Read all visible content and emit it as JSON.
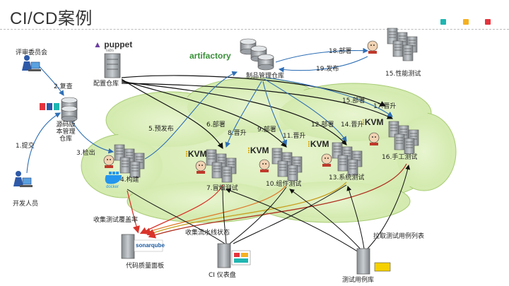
{
  "title": "CI/CD案例",
  "accent_colors": [
    "#1fb6b1",
    "#f5b120",
    "#e5343d"
  ],
  "logos": {
    "puppet": "puppet",
    "puppet_sub": "labs",
    "artifactory": "artifactory",
    "sonarqube": "sonarqube",
    "docker": "docker",
    "kvm": "KVM"
  },
  "nodes": {
    "review_committee": "评审委员会",
    "dev": "开发人员",
    "source_repo": "源码版本管理仓库",
    "config_repo": "配置仓库",
    "artifact_repo": "制品管理仓库",
    "perf_test": "15.性能测试",
    "build": "4.构建",
    "smoke": "7.冒烟测试",
    "component": "10.组件测试",
    "system": "13.系统测试",
    "manual": "16.手工测试",
    "quality": "代码质量面板",
    "dashboard": "CI 仪表盘",
    "testcase_repo": "测试用例库"
  },
  "steps": {
    "s1": "1.提交",
    "s2": "2.复查",
    "s3": "3.检出",
    "s5": "5.预发布",
    "s6": "6.部署",
    "s8": "8.晋升",
    "s9": "9.部署",
    "s11": "11.晋升",
    "s12": "12.部署",
    "s14": "14.晋升",
    "s15": "15.部署",
    "s17": "17.晋升",
    "s18": "18.部署",
    "s19": "19.发布"
  },
  "flows": {
    "coverage": "收集测试覆盖率",
    "pipeline_status": "收集流水线状态",
    "pull_cases": "拉取测试用例列表"
  }
}
